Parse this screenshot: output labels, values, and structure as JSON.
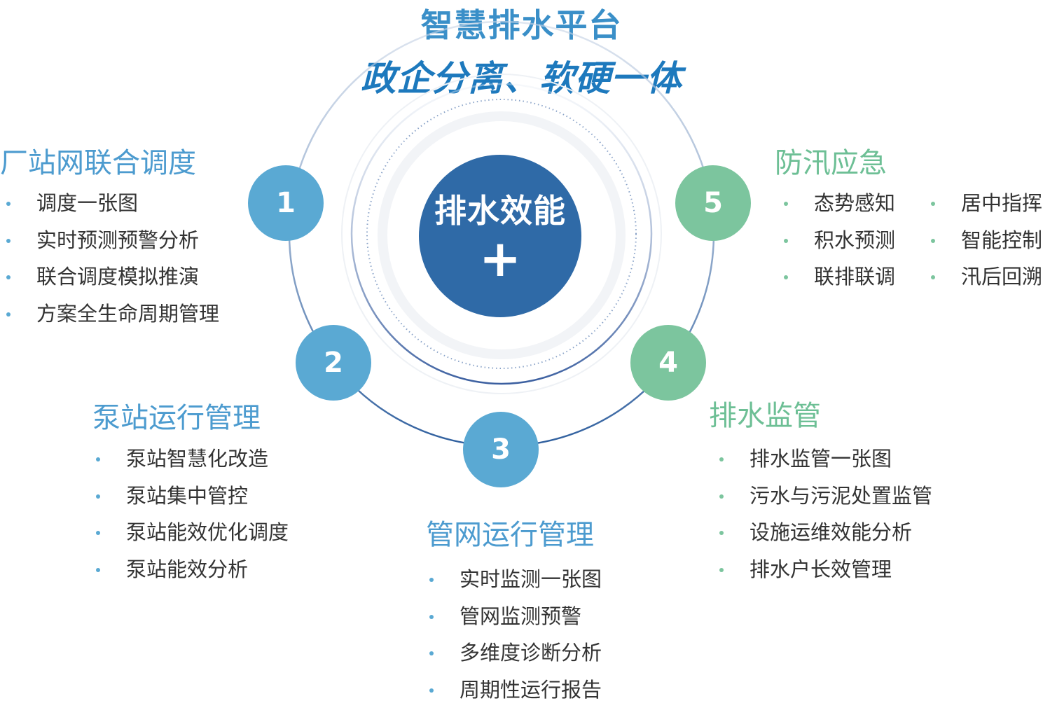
{
  "title": {
    "main": "智慧排水平台",
    "sub": "政企分离、软硬一体"
  },
  "center": {
    "label": "排水效能",
    "plus": "+"
  },
  "colors": {
    "blue_accent": "#5aa9d3",
    "green_accent": "#7cc59e",
    "core": "#2f6aa7"
  },
  "modules": [
    {
      "number": "1",
      "title": "厂站网联合调度",
      "items": [
        "调度一张图",
        "实时预测预警分析",
        "联合调度模拟推演",
        "方案全生命周期管理"
      ]
    },
    {
      "number": "2",
      "title": "泵站运行管理",
      "items": [
        "泵站智慧化改造",
        "泵站集中管控",
        "泵站能效优化调度",
        "泵站能效分析"
      ]
    },
    {
      "number": "3",
      "title": "管网运行管理",
      "items": [
        "实时监测一张图",
        "管网监测预警",
        "多维度诊断分析",
        "周期性运行报告"
      ]
    },
    {
      "number": "4",
      "title": "排水监管",
      "items": [
        "排水监管一张图",
        "污水与污泥处置监管",
        "设施运维效能分析",
        "排水户长效管理"
      ]
    },
    {
      "number": "5",
      "title": "防汛应急",
      "items": [
        "态势感知",
        "积水预测",
        "联排联调",
        "居中指挥",
        "智能控制",
        "汛后回溯"
      ]
    }
  ]
}
